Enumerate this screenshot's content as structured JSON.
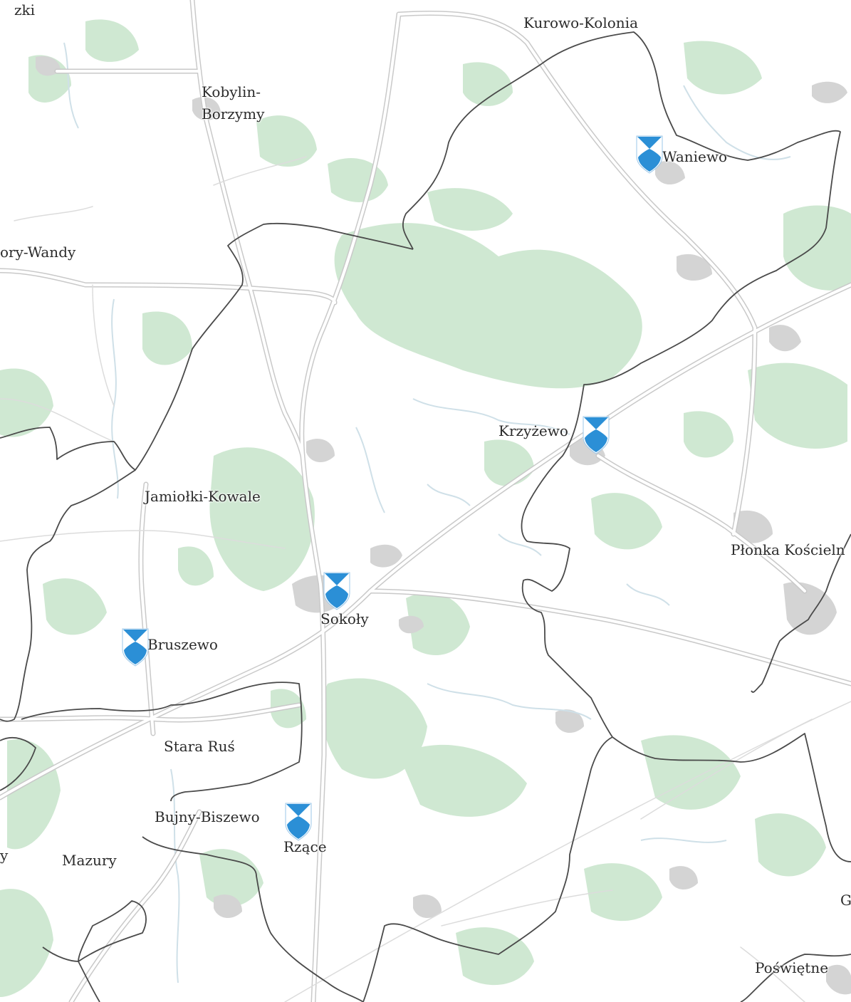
{
  "map": {
    "colors": {
      "background": "#ffffff",
      "forest": "#cfe8d2",
      "road_casing": "#c9c9c9",
      "road_fill": "#ffffff",
      "river": "#cfe0e8",
      "built_up": "#d4d4d4",
      "boundary": "#4a4a4a",
      "marker": "#2b8fd6"
    },
    "labels": {
      "kurowo": "Kurowo-Kolonia",
      "kobylin1": "Kobylin-",
      "kobylin2": "Borzymy",
      "ory_wandy": "ory-Wandy",
      "waniewo": "Waniewo",
      "krzyzewo": "Krzyżewo",
      "jamiolki": "Jamiołki-Kowale",
      "plonka": "Płonka Kościeln",
      "sokoly": "Sokoły",
      "bruszewo": "Bruszewo",
      "stara_rus": "Stara Ruś",
      "bujny": "Bujny-Biszewo",
      "rzace": "Rzące",
      "mazury": "Mazury",
      "posw": "Poświętne",
      "zki": "zki",
      "y_left": "y",
      "g_right": "G"
    },
    "markers": [
      {
        "name": "Waniewo",
        "icon": "coat-of-arms-icon"
      },
      {
        "name": "Krzyżewo",
        "icon": "coat-of-arms-icon"
      },
      {
        "name": "Sokoły",
        "icon": "coat-of-arms-icon"
      },
      {
        "name": "Bruszewo",
        "icon": "coat-of-arms-icon"
      },
      {
        "name": "Rzące",
        "icon": "coat-of-arms-icon"
      }
    ]
  }
}
